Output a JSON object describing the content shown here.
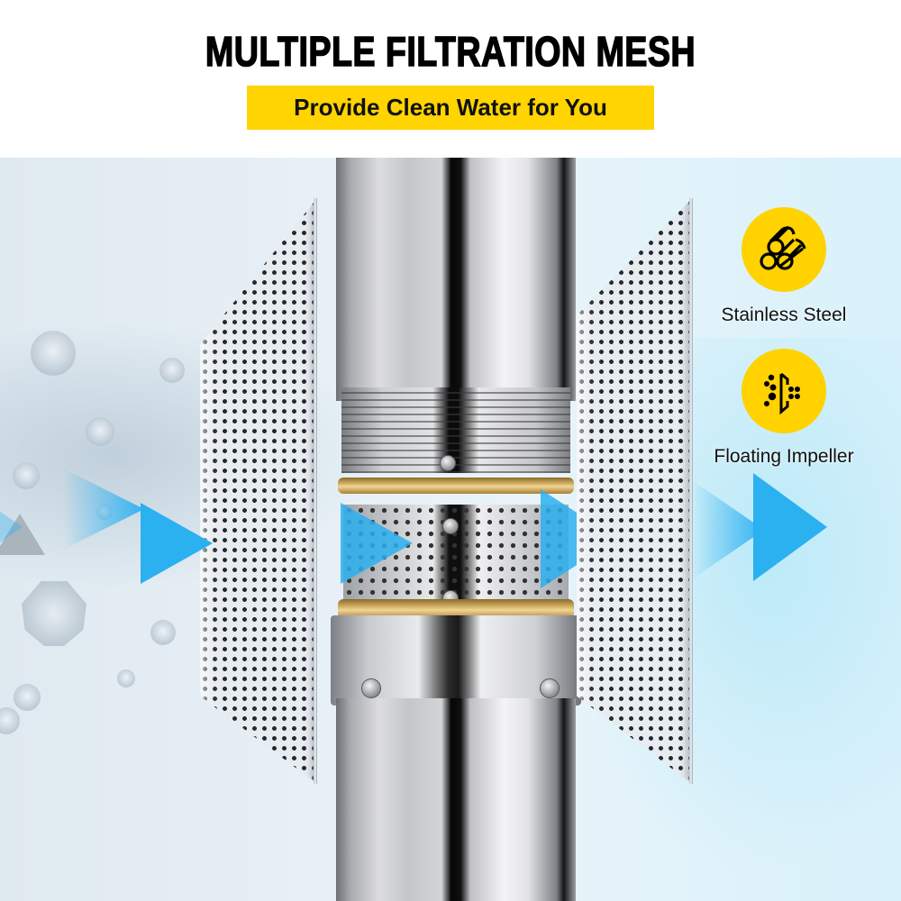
{
  "header": {
    "title": "MULTIPLE FILTRATION MESH",
    "subtitle": "Provide Clean Water for You"
  },
  "colors": {
    "accent_yellow": "#ffd400",
    "arrow_blue": "#2bb0f0",
    "text": "#111111"
  },
  "features": [
    {
      "icon": "stainless-steel-rods-icon",
      "label": "Stainless Steel"
    },
    {
      "icon": "floating-impeller-icon",
      "label": "Floating Impeller"
    }
  ],
  "illustration": {
    "subject": "submersible-well-pump",
    "elements": [
      "left-filter-mesh",
      "right-filter-mesh",
      "inlet-screen",
      "water-flow-arrows",
      "impurity-particles"
    ]
  }
}
